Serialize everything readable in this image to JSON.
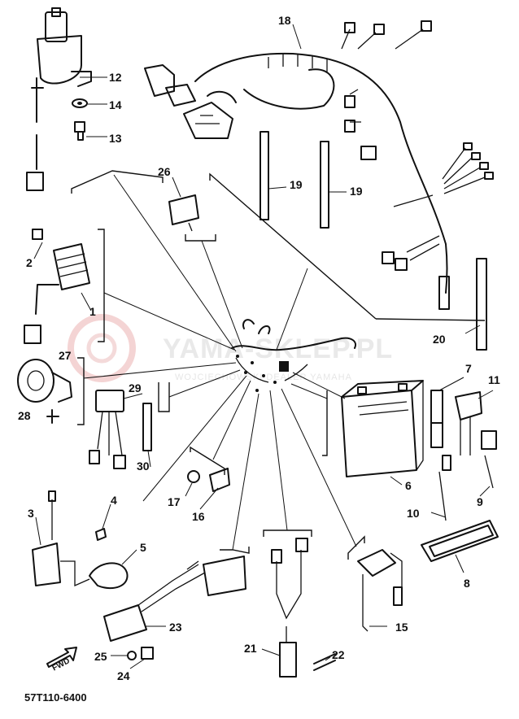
{
  "diagram": {
    "drawing_code": "57T110-6400",
    "fwd_label": "FWD",
    "watermark": {
      "text": "YAMA-SKLEP.PL",
      "subtext": "WOJCIECHOWSKI DEALER YAMAHA"
    },
    "callouts": [
      "1",
      "2",
      "3",
      "4",
      "5",
      "6",
      "7",
      "8",
      "9",
      "10",
      "11",
      "12",
      "13",
      "14",
      "15",
      "16",
      "17",
      "18",
      "19",
      "19",
      "20",
      "21",
      "22",
      "23",
      "24",
      "25",
      "26",
      "27",
      "28",
      "29",
      "30"
    ]
  }
}
